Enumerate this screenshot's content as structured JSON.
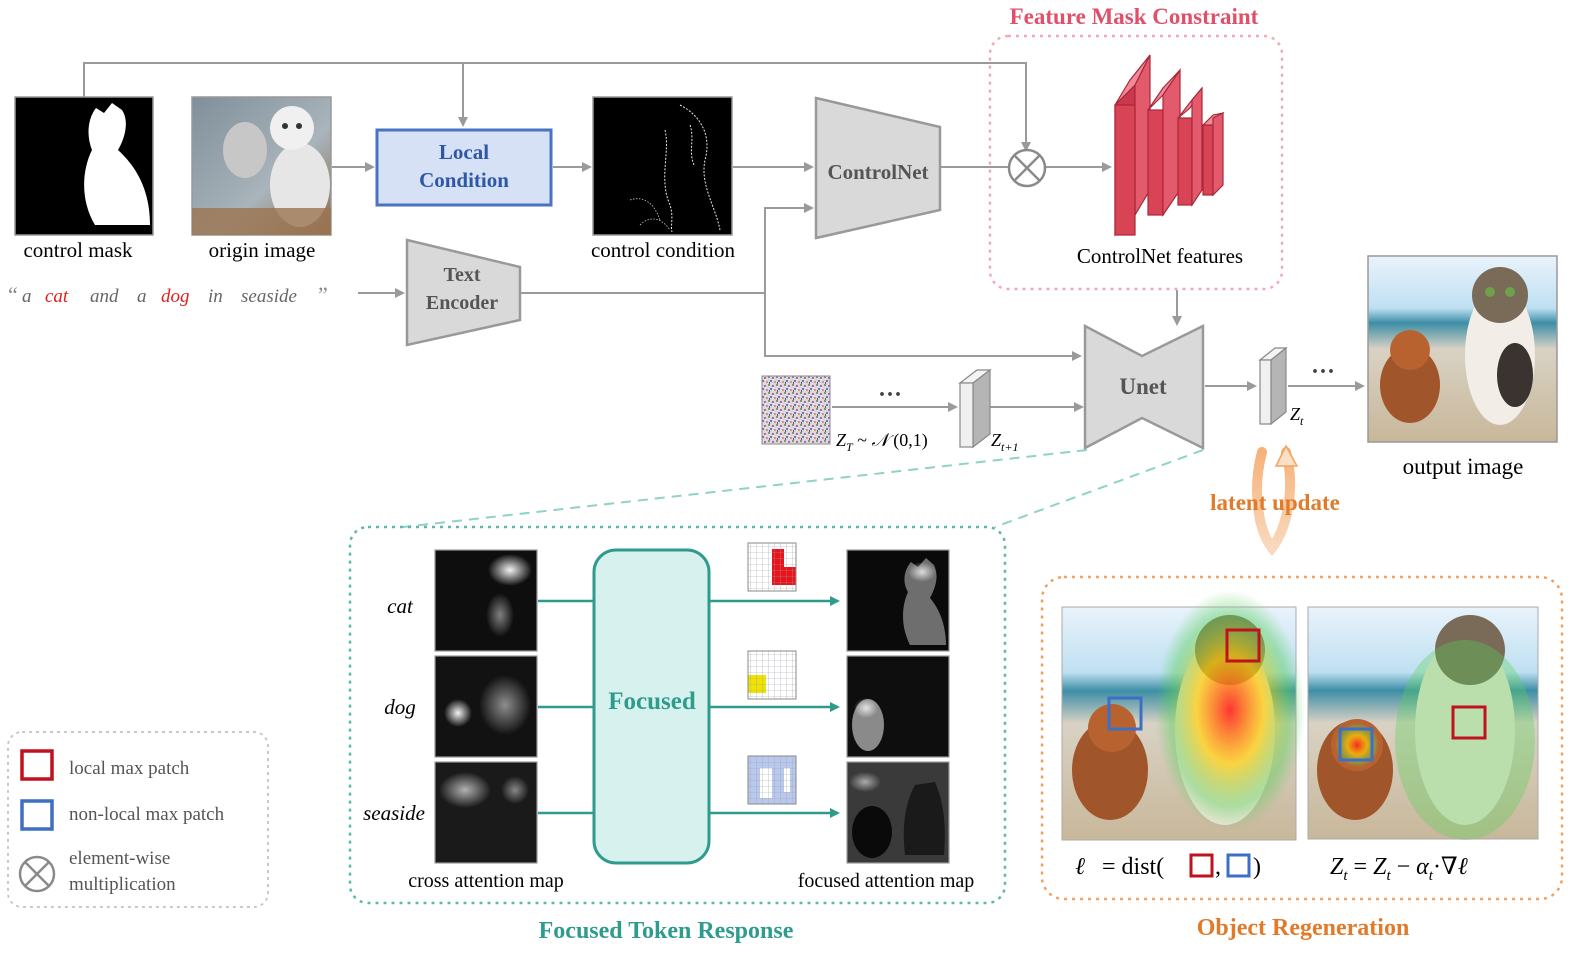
{
  "labels": {
    "control_mask": "control mask",
    "origin_image": "origin image",
    "control_condition": "control condition",
    "controlnet_features": "ControlNet features",
    "output_image": "output image",
    "cross_attention_map": "cross attention map",
    "focused_attention_map": "focused attention map"
  },
  "prompt": {
    "open_quote": "“",
    "w1": "a",
    "w2": "cat",
    "w3": "and",
    "w4": "a",
    "w5": "dog",
    "w6": "in",
    "w7": "seaside",
    "close_quote": "”"
  },
  "blocks": {
    "local_condition_1": "Local",
    "local_condition_2": "Condition",
    "text_encoder_1": "Text",
    "text_encoder_2": "Encoder",
    "controlnet": "ControlNet",
    "unet": "Unet",
    "focused": "Focused"
  },
  "sections": {
    "feature_mask_constraint": "Feature Mask Constraint",
    "focused_token_response": "Focused Token Response",
    "object_regeneration": "Object Regeneration",
    "latent_update": "latent update"
  },
  "tokens": [
    "cat",
    "dog",
    "seaside"
  ],
  "latents": {
    "zT_dist": "Z_T ~ N(0,1)",
    "zt1": "Z_{t+1}",
    "zt": "Z_t",
    "dots": "···"
  },
  "formulas": {
    "loss_lhs": "ℓ",
    "loss_eq": "= dist(",
    "loss_sep": ",",
    "loss_end": ")",
    "update": "Z_t = Z_t − α_t·∇ℓ"
  },
  "legend": {
    "local_max": "local max patch",
    "nonlocal_max": "non-local max patch",
    "elementwise_1": "element-wise",
    "elementwise_2": "multiplication"
  },
  "colors": {
    "controlnet_red": "#d94356",
    "focused_teal": "#2e9b8c",
    "orange": "#e07b2b",
    "local_box": "#c0111f",
    "nonlocal_box": "#3d6fc4",
    "local_condition_fill": "#d6e1f5",
    "local_condition_border": "#4a73c4"
  }
}
